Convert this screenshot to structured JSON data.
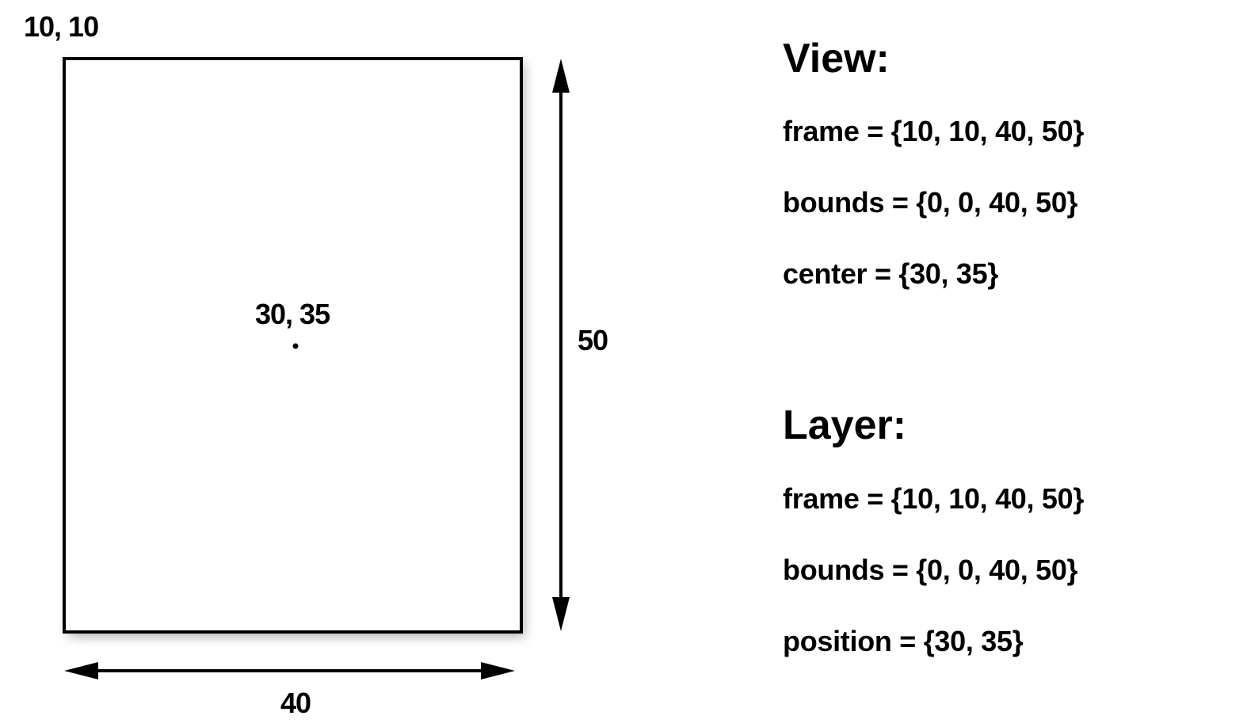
{
  "diagram": {
    "origin_label": "10, 10",
    "center_label": "30, 35",
    "height_label": "50",
    "width_label": "40"
  },
  "view": {
    "heading": "View:",
    "frame": "frame = {10, 10, 40, 50}",
    "bounds": "bounds = {0, 0, 40, 50}",
    "center": "center = {30, 35}"
  },
  "layer": {
    "heading": "Layer:",
    "frame": "frame = {10, 10, 40, 50}",
    "bounds": "bounds = {0, 0, 40, 50}",
    "position": "position = {30, 35}"
  },
  "colors": {
    "stroke": "#000000",
    "background": "#ffffff",
    "shadow": "#9a9a9a"
  }
}
